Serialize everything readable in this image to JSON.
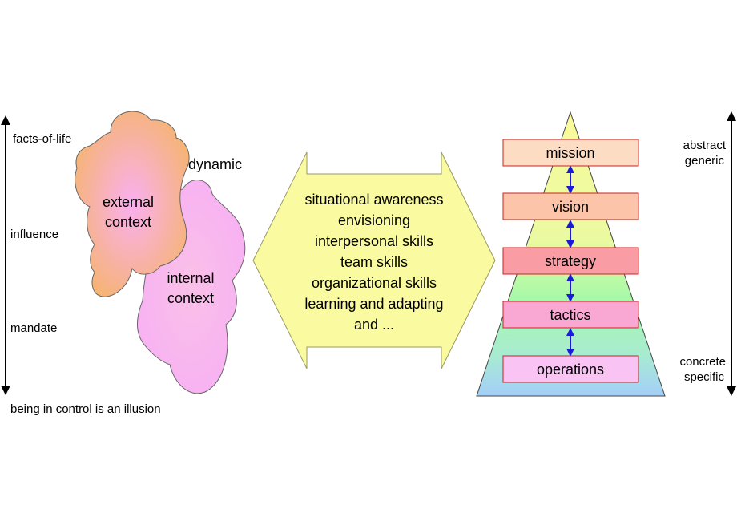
{
  "left_scale": {
    "labels": [
      "facts-of-life",
      "influence",
      "mandate"
    ],
    "caption": "being in control is an illusion"
  },
  "clouds": {
    "dynamic_label": "dynamic",
    "external": [
      "external",
      "context"
    ],
    "internal": [
      "internal",
      "context"
    ]
  },
  "skills": {
    "items": [
      "situational awareness",
      "envisioning",
      "interpersonal skills",
      "team skills",
      "organizational skills",
      "learning and adapting",
      "and ..."
    ]
  },
  "pyramid": {
    "levels": [
      {
        "label": "mission",
        "color": "#fddcc4"
      },
      {
        "label": "vision",
        "color": "#fcc4a8"
      },
      {
        "label": "strategy",
        "color": "#f99ca4"
      },
      {
        "label": "tactics",
        "color": "#f9a8d4"
      },
      {
        "label": "operations",
        "color": "#f9c4f4"
      }
    ]
  },
  "right_scale": {
    "top": [
      "abstract",
      "generic"
    ],
    "bottom": [
      "concrete",
      "specific"
    ]
  },
  "colors": {
    "arrow_blue": "#1a1adb",
    "hexagon_fill": "#fafaa0",
    "pyramid_top": "#fafa9c",
    "pyramid_mid": "#a8f9a8",
    "pyramid_bottom": "#a4cff9"
  }
}
